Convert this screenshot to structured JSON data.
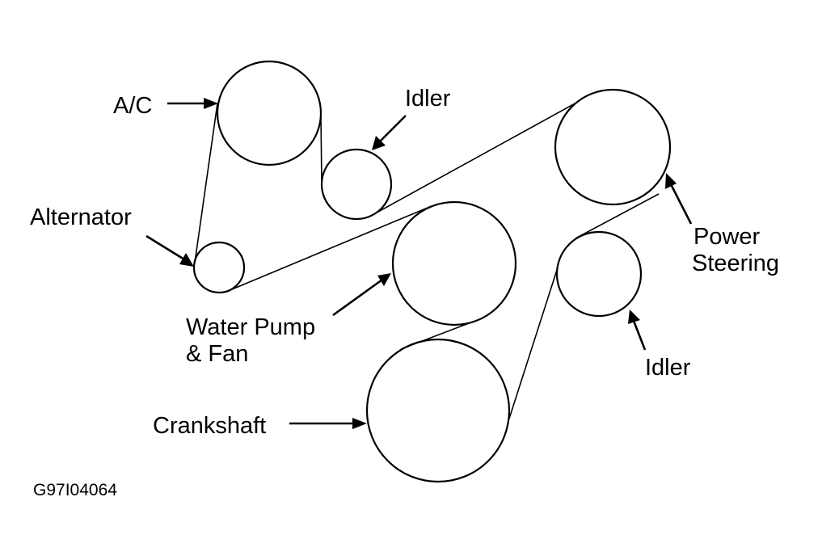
{
  "labels": {
    "ac": "A/C",
    "idler_top": "Idler",
    "alternator": "Alternator",
    "power_steering_line1": "Power",
    "power_steering_line2": "Steering",
    "water_pump_line1": "Water Pump",
    "water_pump_line2": "& Fan",
    "idler_bottom": "Idler",
    "crankshaft": "Crankshaft"
  },
  "figure_code": "G97I04064",
  "colors": {
    "ink": "#000000",
    "background": "#ffffff"
  }
}
